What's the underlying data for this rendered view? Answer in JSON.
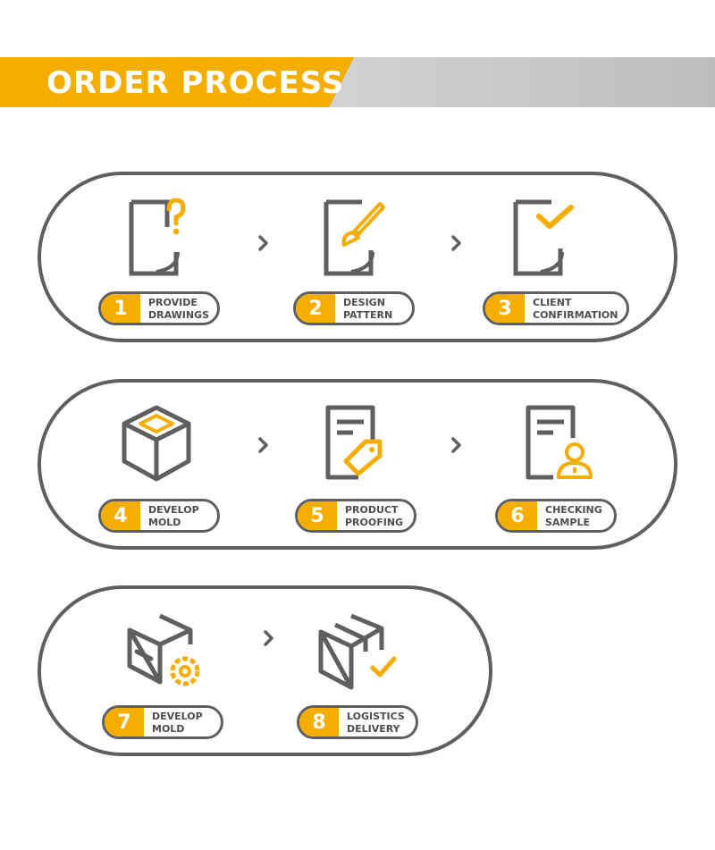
{
  "header": {
    "title": "ORDER PROCESS"
  },
  "colors": {
    "accent": "#f5ad00",
    "line": "#5f5f5f",
    "banner_gray": "#cfcfcf"
  },
  "steps": [
    {
      "number": "1",
      "line1": "PROVIDE",
      "line2": "DRAWINGS",
      "icon": "document-question-icon"
    },
    {
      "number": "2",
      "line1": "DESIGN",
      "line2": "PATTERN",
      "icon": "document-brush-icon"
    },
    {
      "number": "3",
      "line1": "CLIENT",
      "line2": "CONFIRMATION",
      "icon": "document-check-icon"
    },
    {
      "number": "4",
      "line1": "DEVELOP",
      "line2": "MOLD",
      "icon": "box-icon"
    },
    {
      "number": "5",
      "line1": "PRODUCT",
      "line2": "PROOFING",
      "icon": "document-tag-icon"
    },
    {
      "number": "6",
      "line1": "CHECKING",
      "line2": "SAMPLE",
      "icon": "document-user-icon"
    },
    {
      "number": "7",
      "line1": "DEVELOP",
      "line2": "MOLD",
      "icon": "box-gear-icon"
    },
    {
      "number": "8",
      "line1": "LOGISTICS",
      "line2": "DELIVERY",
      "icon": "package-check-icon"
    }
  ]
}
